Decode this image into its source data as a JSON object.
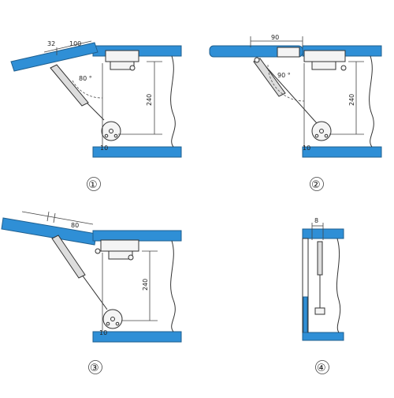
{
  "panels": [
    {
      "step": "①",
      "dims": {
        "a": "32",
        "b": "100",
        "angle": "80 °",
        "height": "240",
        "bottom": "10"
      }
    },
    {
      "step": "②",
      "dims": {
        "top": "90",
        "angle": "90 °",
        "height": "240",
        "bottom": "10"
      }
    },
    {
      "step": "③",
      "dims": {
        "top": "80",
        "height": "240",
        "bottom": "10"
      }
    },
    {
      "step": "④",
      "dims": {
        "top": "8"
      }
    }
  ],
  "colors": {
    "panel_blue": "#2f8fd6",
    "outline": "#333333"
  }
}
